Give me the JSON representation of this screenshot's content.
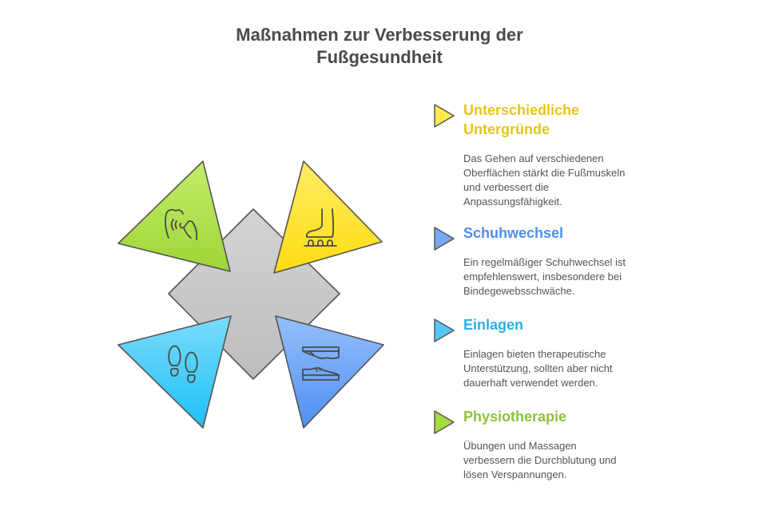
{
  "title": {
    "line1": "Maßnahmen zur Verbesserung der",
    "line2": "Fußgesundheit"
  },
  "diagram": {
    "center_shape": {
      "name": "gray-diamond",
      "color": "#c8c8c8"
    },
    "segments": [
      {
        "position": "top-left",
        "color": "#a6dc3c",
        "icon": "foot-massage-icon",
        "topic": "Physiotherapie"
      },
      {
        "position": "top-right",
        "color": "#ffe233",
        "icon": "foot-on-rollers-icon",
        "topic": "Unterschiedliche Untergründe"
      },
      {
        "position": "bottom-left",
        "color": "#38c4f5",
        "icon": "footprints-icon",
        "topic": "Einlagen"
      },
      {
        "position": "bottom-right",
        "color": "#6aa2f5",
        "icon": "shoes-icon",
        "topic": "Schuhwechsel"
      }
    ]
  },
  "items": [
    {
      "heading_line1": "Unterschiedliche",
      "heading_line2": "Untergründe",
      "color": "#e6c619",
      "marker_color": "#ffe94a",
      "desc": [
        "Das Gehen auf verschiedenen",
        "Oberflächen stärkt die Fußmuskeln",
        "und verbessert die",
        "Anpassungsfähigkeit."
      ]
    },
    {
      "heading_line1": "Schuhwechsel",
      "color": "#4f8ff0",
      "marker_color": "#78a8f5",
      "desc": [
        "Ein regelmäßiger Schuhwechsel ist",
        "empfehlenswert, insbesondere bei",
        "Bindegewebsschwäche."
      ]
    },
    {
      "heading_line1": "Einlagen",
      "color": "#2bb0e4",
      "marker_color": "#55c8f5",
      "desc": [
        "Einlagen bieten therapeutische",
        "Unterstützung, sollten aber nicht",
        "dauerhaft verwendet werden."
      ]
    },
    {
      "heading_line1": "Physiotherapie",
      "color": "#8cc43a",
      "marker_color": "#a6dc3c",
      "desc": [
        "Übungen und Massagen",
        "verbessern die Durchblutung und",
        "lösen Verspannungen."
      ]
    }
  ]
}
